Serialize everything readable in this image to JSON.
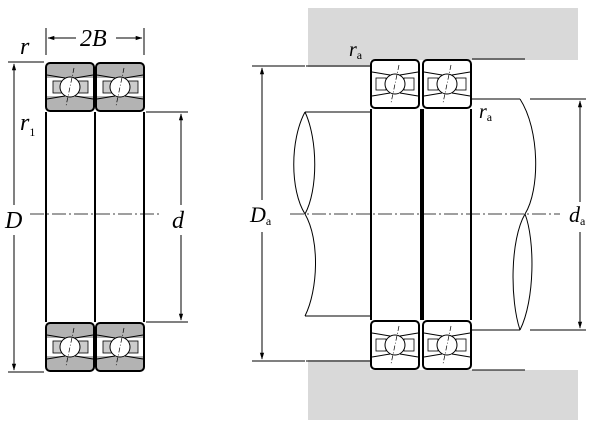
{
  "labels": {
    "r": "r",
    "two_b": "2B",
    "r1": "r",
    "r1_sub": "1",
    "D": "D",
    "d": "d",
    "ra_top": "r",
    "ra_top_sub": "a",
    "ra_right": "r",
    "ra_right_sub": "a",
    "Da": "D",
    "Da_sub": "a",
    "da": "d",
    "da_sub": "a"
  },
  "colors": {
    "housing_gray": "#d9d9d9",
    "ring_gray": "#b3b3b3"
  }
}
